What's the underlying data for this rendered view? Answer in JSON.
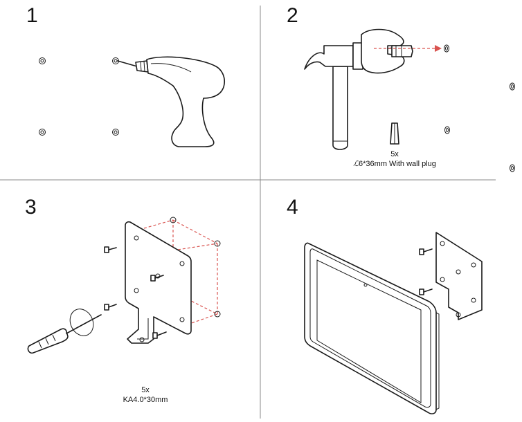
{
  "steps": [
    {
      "number": "1"
    },
    {
      "number": "2",
      "qty": "5x",
      "spec": "6*36mm  With wall plug",
      "spec_symbol": "ℒ"
    },
    {
      "number": "3",
      "qty": "5x",
      "spec": "KA4.0*30mm"
    },
    {
      "number": "4"
    }
  ],
  "colors": {
    "line": "#1a1a1a",
    "dashed_guide": "#d9534f",
    "divider": "#888888"
  }
}
